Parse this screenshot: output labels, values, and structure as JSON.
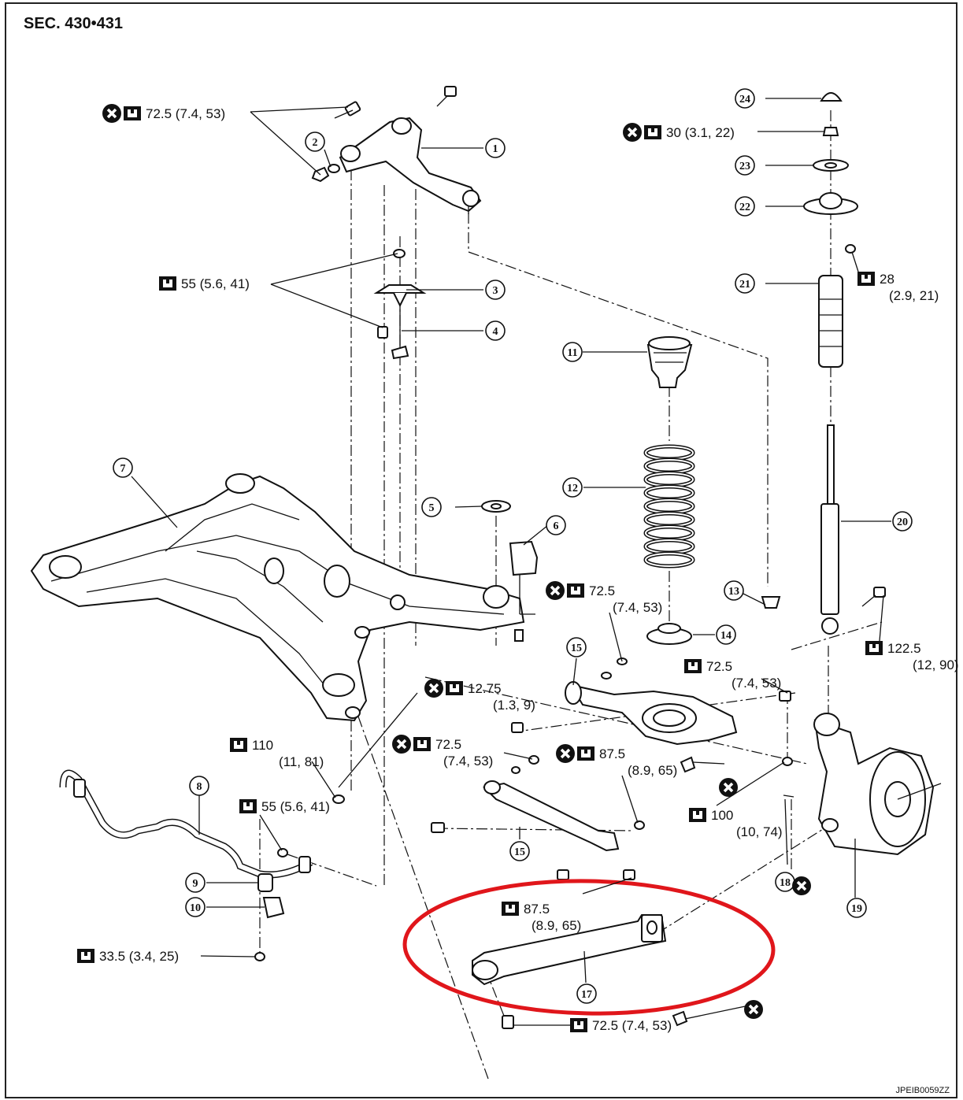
{
  "section_title": "SEC. 430•431",
  "image_code": "JPEIB0059ZZ",
  "highlight_color": "#e0161b",
  "callouts": [
    {
      "id": "c1",
      "num": "1"
    },
    {
      "id": "c2",
      "num": "2"
    },
    {
      "id": "c3",
      "num": "3"
    },
    {
      "id": "c4",
      "num": "4"
    },
    {
      "id": "c5",
      "num": "5"
    },
    {
      "id": "c6",
      "num": "6"
    },
    {
      "id": "c7",
      "num": "7"
    },
    {
      "id": "c8",
      "num": "8"
    },
    {
      "id": "c9",
      "num": "9"
    },
    {
      "id": "c10",
      "num": "10"
    },
    {
      "id": "c11",
      "num": "11"
    },
    {
      "id": "c12",
      "num": "12"
    },
    {
      "id": "c13",
      "num": "13"
    },
    {
      "id": "c14",
      "num": "14"
    },
    {
      "id": "c15a",
      "num": "15"
    },
    {
      "id": "c15b",
      "num": "15"
    },
    {
      "id": "c17",
      "num": "17"
    },
    {
      "id": "c18",
      "num": "18"
    },
    {
      "id": "c19",
      "num": "19"
    },
    {
      "id": "c20",
      "num": "20"
    },
    {
      "id": "c21",
      "num": "21"
    },
    {
      "id": "c22",
      "num": "22"
    },
    {
      "id": "c23",
      "num": "23"
    },
    {
      "id": "c24",
      "num": "24"
    }
  ],
  "torques": [
    {
      "id": "t1",
      "lines": [
        "72.5 (7.4, 53)"
      ],
      "nonreuse": true
    },
    {
      "id": "t2",
      "lines": [
        "30 (3.1, 22)"
      ],
      "nonreuse": true
    },
    {
      "id": "t3",
      "lines": [
        "55 (5.6, 41)"
      ],
      "nonreuse": false
    },
    {
      "id": "t4",
      "lines": [
        "28",
        "(2.9, 21)"
      ],
      "nonreuse": false
    },
    {
      "id": "t5",
      "lines": [
        "72.5",
        "(7.4, 53)"
      ],
      "nonreuse": true
    },
    {
      "id": "t6",
      "lines": [
        "122.5",
        "(12, 90)"
      ],
      "nonreuse": false
    },
    {
      "id": "t7",
      "lines": [
        "72.5",
        "(7.4, 53)"
      ],
      "nonreuse": false
    },
    {
      "id": "t8",
      "lines": [
        "12.75",
        "(1.3, 9)"
      ],
      "nonreuse": true
    },
    {
      "id": "t9",
      "lines": [
        "110",
        "(11, 81)"
      ],
      "nonreuse": false
    },
    {
      "id": "t10",
      "lines": [
        "72.5",
        "(7.4, 53)"
      ],
      "nonreuse": true
    },
    {
      "id": "t11",
      "lines": [
        "87.5",
        "(8.9, 65)"
      ],
      "nonreuse": true
    },
    {
      "id": "t12",
      "lines": [
        "55 (5.6, 41)"
      ],
      "nonreuse": false
    },
    {
      "id": "t13",
      "lines": [
        "100",
        "(10, 74)"
      ],
      "nonreuse": false
    },
    {
      "id": "t14",
      "lines": [
        "87.5",
        "(8.9, 65)"
      ],
      "nonreuse": false
    },
    {
      "id": "t15",
      "lines": [
        "33.5 (3.4, 25)"
      ],
      "nonreuse": false
    },
    {
      "id": "t16",
      "lines": [
        "72.5 (7.4, 53)"
      ],
      "nonreuse": false
    }
  ]
}
